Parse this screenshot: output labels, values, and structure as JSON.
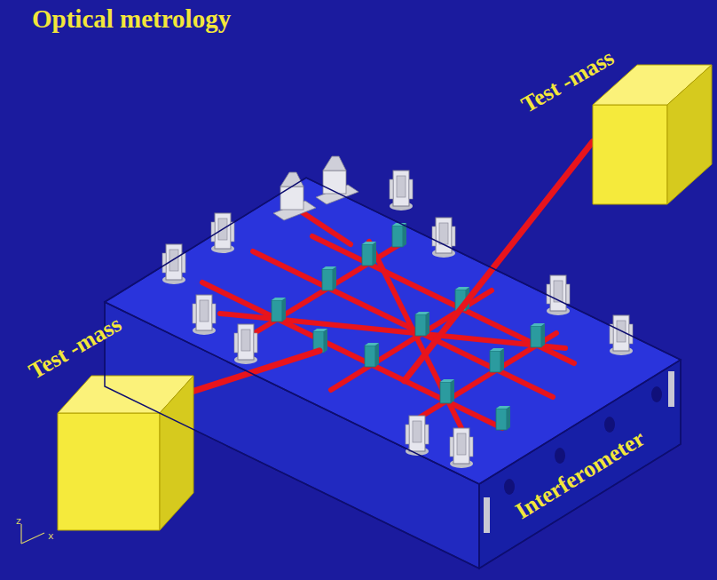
{
  "diagram": {
    "title": "Optical metrology",
    "nodes": [
      {
        "text": [
          "Test -mass"
        ]
      },
      {
        "text": [
          "Test -mass"
        ]
      },
      {
        "text": [
          "Interferometer"
        ]
      }
    ],
    "edges": [
      {
        "from": 2,
        "to": 0,
        "arrow": "none"
      },
      {
        "from": 2,
        "to": 1,
        "arrow": "none"
      }
    ],
    "labels": [
      "z",
      "x"
    ]
  }
}
